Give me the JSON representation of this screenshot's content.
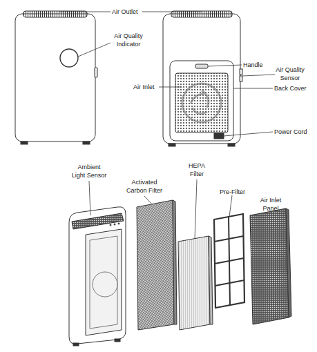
{
  "diagram": {
    "labels": [
      "Air Outlet",
      "Air Quality Indicator",
      "Handle",
      "Air Quality Sensor",
      "Air Inlet",
      "Back Cover",
      "Power Cord",
      "Ambient Light Sensor",
      "Activated Carbon Filter",
      "HEPA Filter",
      "Pre-Filter",
      "Air Inlet Panel"
    ]
  }
}
